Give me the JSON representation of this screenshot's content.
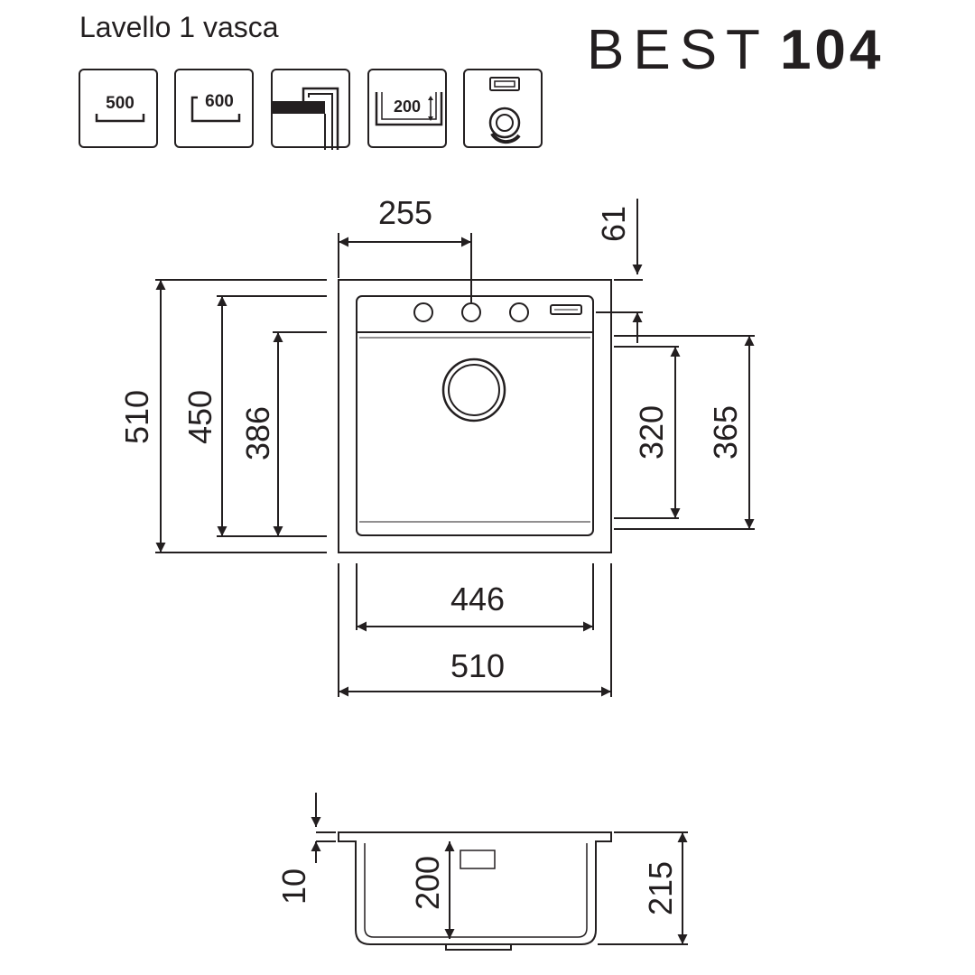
{
  "header": {
    "subtitle": "Lavello 1 vasca",
    "model_name": "BEST",
    "model_number": "104"
  },
  "icons": [
    {
      "name": "cabinet-500-icon",
      "label": "500"
    },
    {
      "name": "cabinet-600-icon",
      "label": "600"
    },
    {
      "name": "countertop-mount-icon",
      "label": ""
    },
    {
      "name": "bowl-depth-200-icon",
      "label": "200"
    },
    {
      "name": "drain-overflow-icon",
      "label": ""
    }
  ],
  "top_view": {
    "dims": {
      "tap_offset": "255",
      "rim_back": "61",
      "outer_height": "510",
      "inner_height": "450",
      "bowl_height": "386",
      "bowl_depth_a": "320",
      "bowl_depth_b": "365",
      "inner_width": "446",
      "outer_width": "510"
    }
  },
  "side_view": {
    "dims": {
      "rim": "10",
      "bowl_depth": "200",
      "total_depth": "215"
    }
  }
}
